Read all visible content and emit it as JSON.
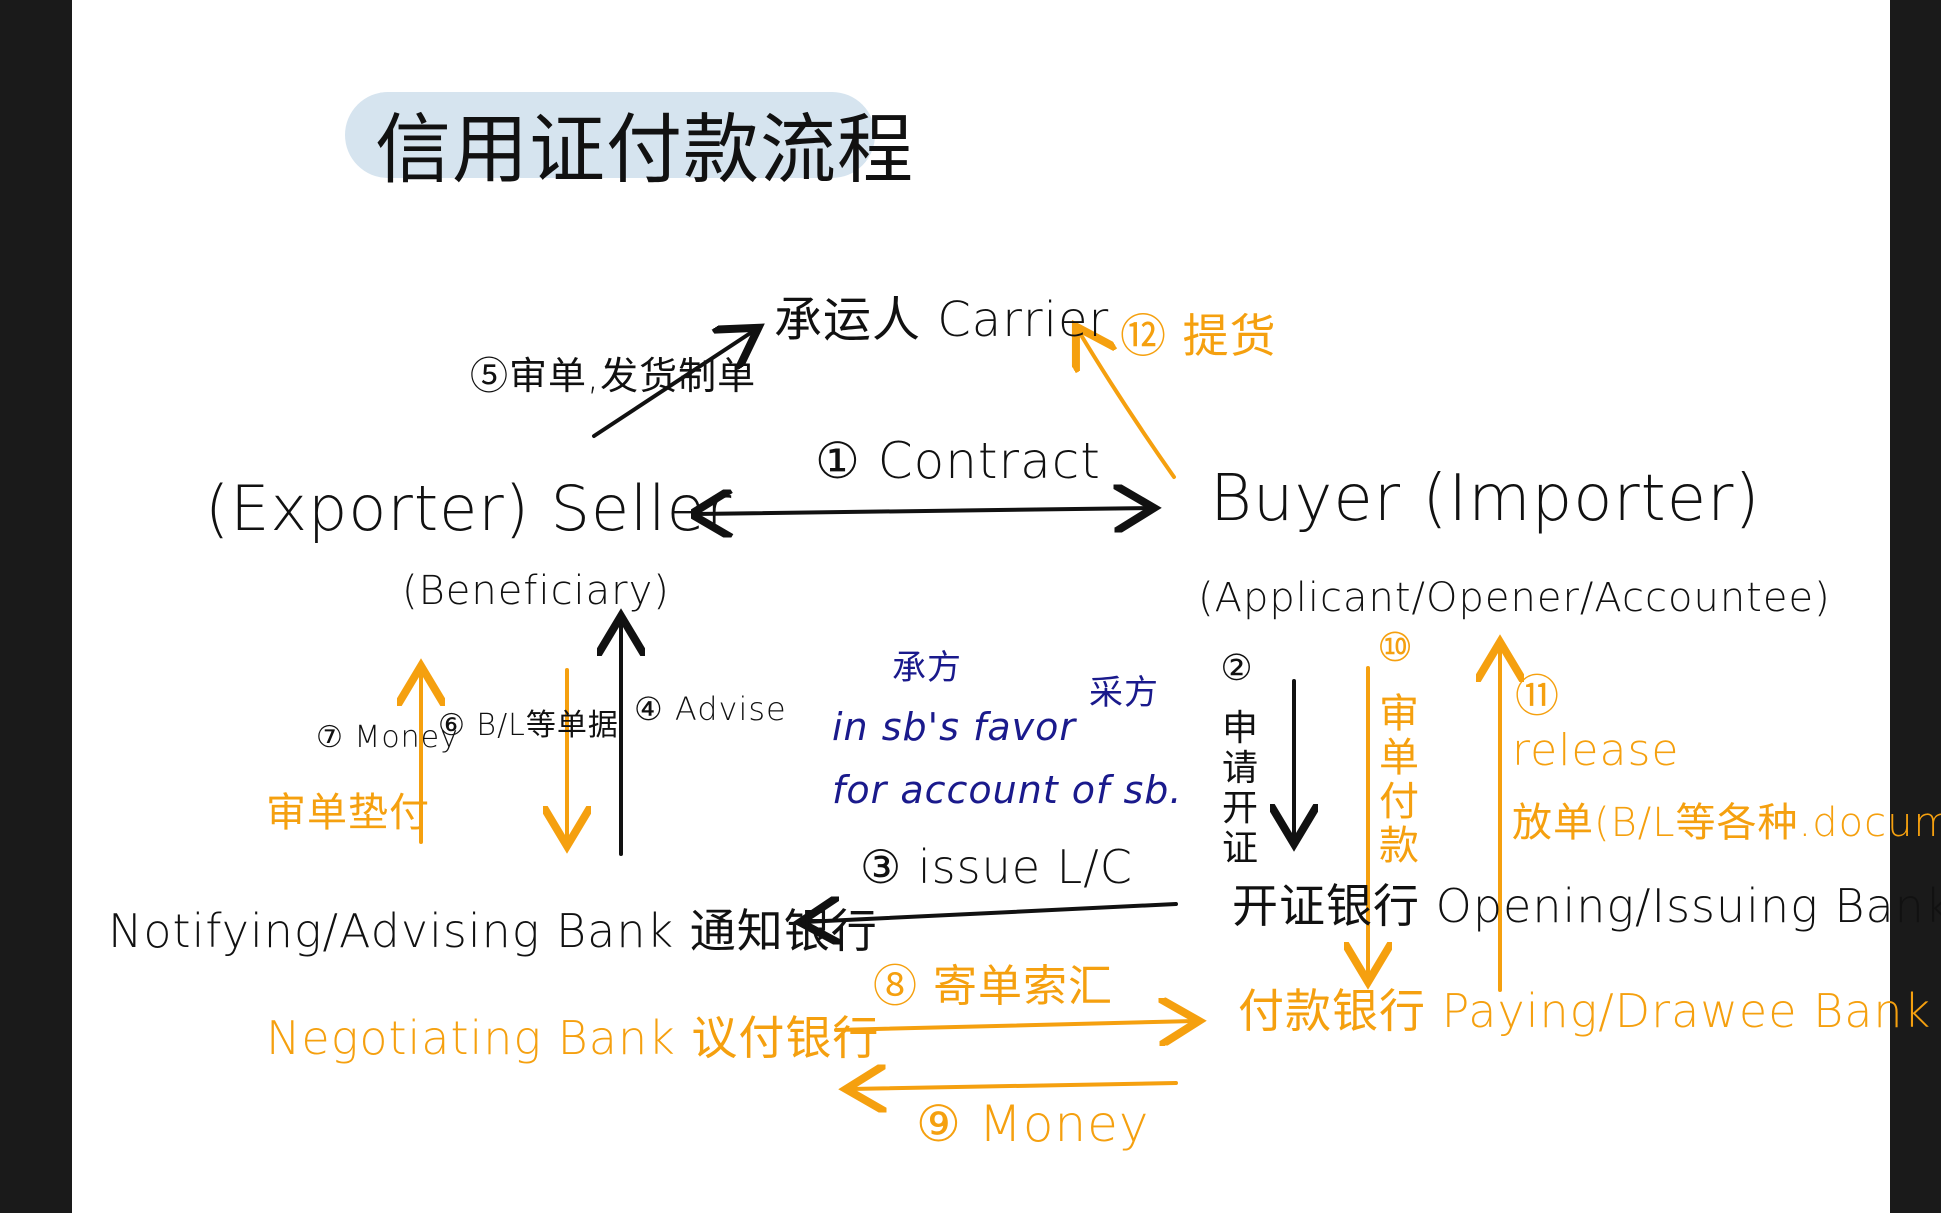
{
  "title": "信用证付款流程",
  "colors": {
    "black_ink": "#111111",
    "orange_ink": "#f5a00f",
    "blue_ink": "#1a1a8c",
    "highlight": "#d6e4ef"
  },
  "nodes": {
    "carrier": "承运人 Carrier",
    "seller": "(Exporter) Seller",
    "beneficiary": "(Beneficiary)",
    "buyer": "Buyer (Importer)",
    "applicant": "(Applicant/Opener/Accountee)",
    "advising_bank": "Notifying/Advising Bank 通知银行",
    "issuing_bank": "开证银行 Opening/Issuing Bank",
    "negotiating_bank": "Negotiating Bank 议付银行",
    "paying_bank": "付款银行 Paying/Drawee Bank"
  },
  "steps": {
    "s1": "① Contract",
    "s2": "② 申请开证",
    "s3": "③ issue L/C",
    "s4": "④ Advise",
    "s5": "⑤审单,发货制单",
    "s6": "⑥ B/L等单据",
    "s7": "⑦ Money",
    "s7_note": "审单垫付",
    "s8": "⑧ 寄单索汇",
    "s9": "⑨ Money",
    "s10": "⑩ 审单付款",
    "s11": "⑪",
    "s11_release": "release",
    "s11_note": "放单(B/L等各种.document",
    "s12": "⑫ 提货"
  },
  "notes": {
    "receiver_side": "承方",
    "in_favor": "in sb's favor",
    "opener_side": "采方",
    "for_account": "for account of sb."
  }
}
